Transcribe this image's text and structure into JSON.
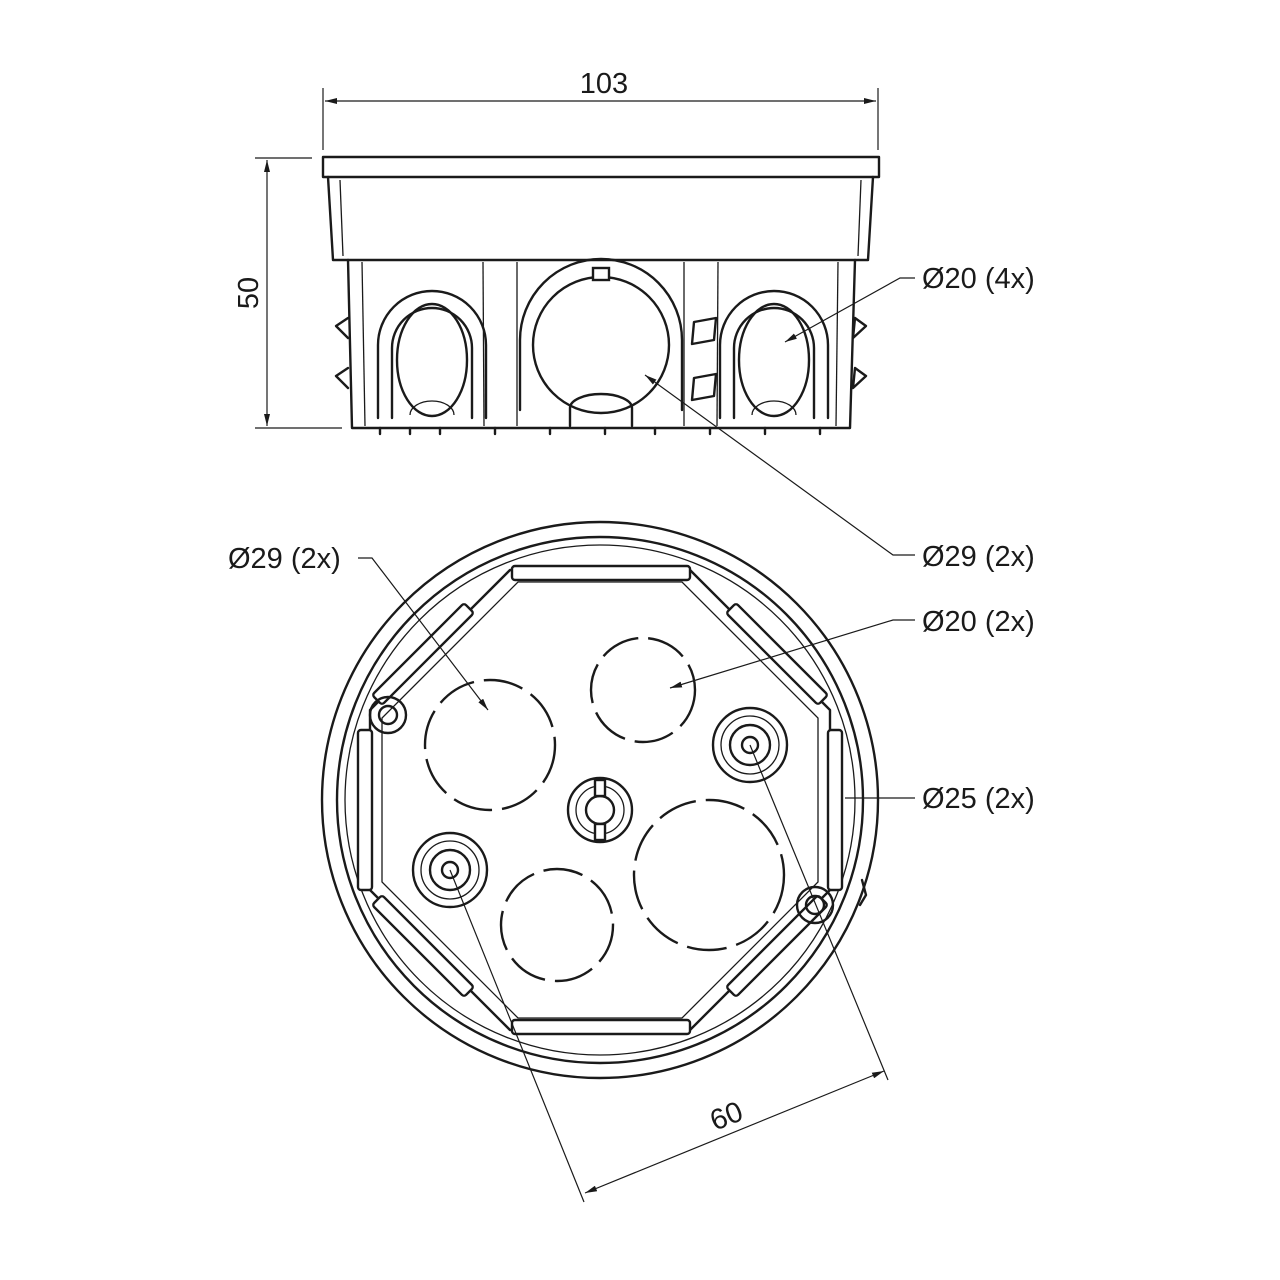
{
  "drawing": {
    "side_view": {
      "width_dimension": "103",
      "height_dimension": "50"
    },
    "callouts": {
      "side_small_holes": "Ø20 (4x)",
      "side_large_hole": "Ø29 (2x)",
      "bottom_large_holes": "Ø29 (2x)",
      "bottom_small_holes": "Ø20 (2x)",
      "bottom_screw_bosses": "Ø25 (2x)"
    },
    "top_view": {
      "boss_spacing_dimension": "60"
    }
  },
  "colors": {
    "line": "#1a1a1a",
    "background": "#ffffff"
  }
}
